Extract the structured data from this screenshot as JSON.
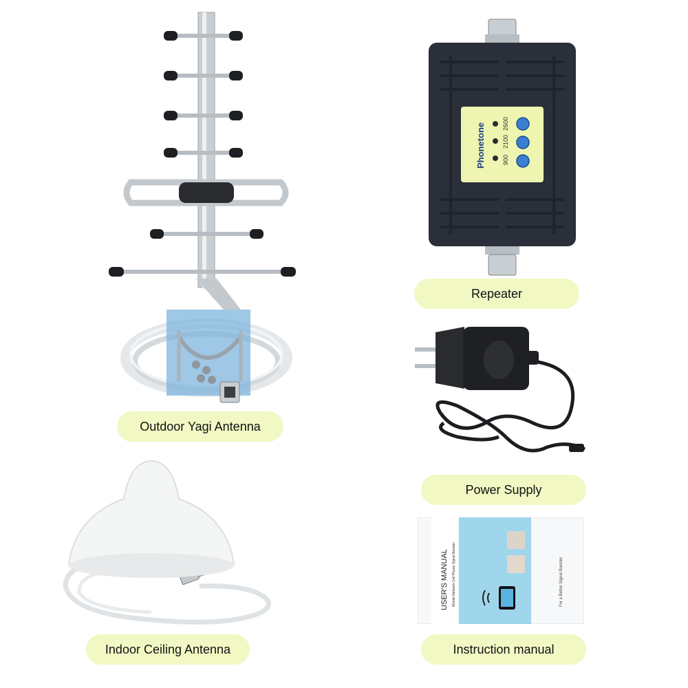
{
  "items": [
    {
      "key": "yagi",
      "label": "Outdoor Yagi Antenna",
      "icon": "yagi-antenna-icon"
    },
    {
      "key": "repeater",
      "label": "Repeater",
      "icon": "signal-repeater-icon"
    },
    {
      "key": "power",
      "label": "Power Supply",
      "icon": "power-adapter-icon"
    },
    {
      "key": "ceiling",
      "label": "Indoor Ceiling Antenna",
      "icon": "ceiling-antenna-icon"
    },
    {
      "key": "manual",
      "label": "Instruction manual",
      "icon": "manual-booklet-icon"
    }
  ],
  "repeater_panel": {
    "brand": "Phonetone",
    "bands": [
      "900",
      "2100",
      "2600"
    ]
  },
  "manual_cover": {
    "title": "USER'S MANUAL",
    "subtitle": "Mobile Network Cell Phone Signal Booster",
    "tagline": "For a Better Signal Booster"
  },
  "colors": {
    "pill": "#f2f8c4",
    "repeater_body": "#2b2f3a",
    "repeater_panel": "#eef5b0",
    "knob": "#3a7fd0"
  }
}
